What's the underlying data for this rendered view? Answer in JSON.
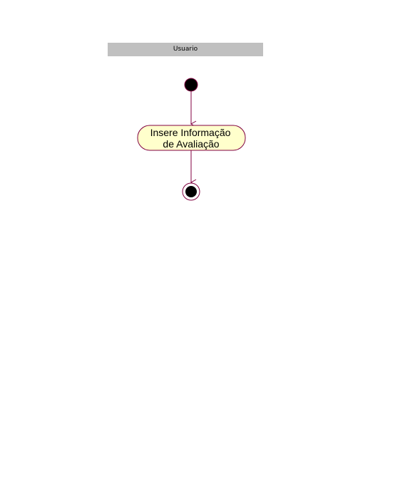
{
  "swimlane": {
    "title": "Usuario"
  },
  "activity": {
    "label_line1": "Insere Informação",
    "label_line2": "de Avaliação"
  },
  "colors": {
    "line": "#800040",
    "activity_fill": "#ffffcc",
    "node_fill": "#000000",
    "header_fill": "#c0c0c0"
  }
}
